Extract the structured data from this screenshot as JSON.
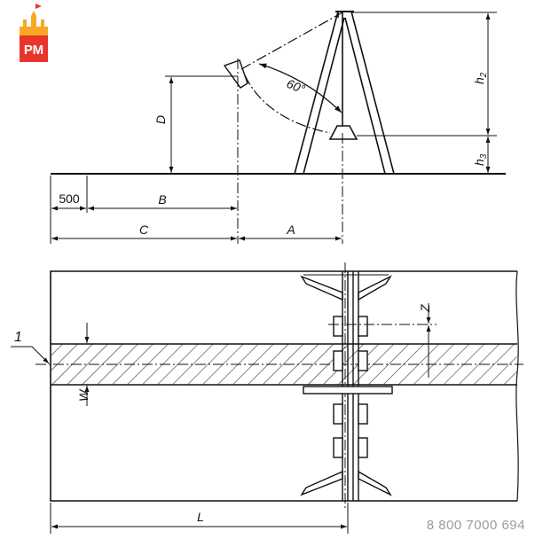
{
  "logo": {
    "text": "РМ",
    "colors": [
      "#e8352b",
      "#f7a823"
    ]
  },
  "labels": {
    "h2": "h",
    "h2_sub": "2",
    "h3": "h",
    "h3_sub": "3",
    "D": "D",
    "angle": "60°",
    "d500": "500",
    "B": "B",
    "C": "C",
    "A": "A",
    "Z": "Z",
    "one": "1",
    "W": "W",
    "L": "L"
  },
  "footer": {
    "phone": "8 800 7000 694"
  },
  "colors": {
    "line": "#111111",
    "hatch": "#333333",
    "phone": "#9a9a9a"
  }
}
